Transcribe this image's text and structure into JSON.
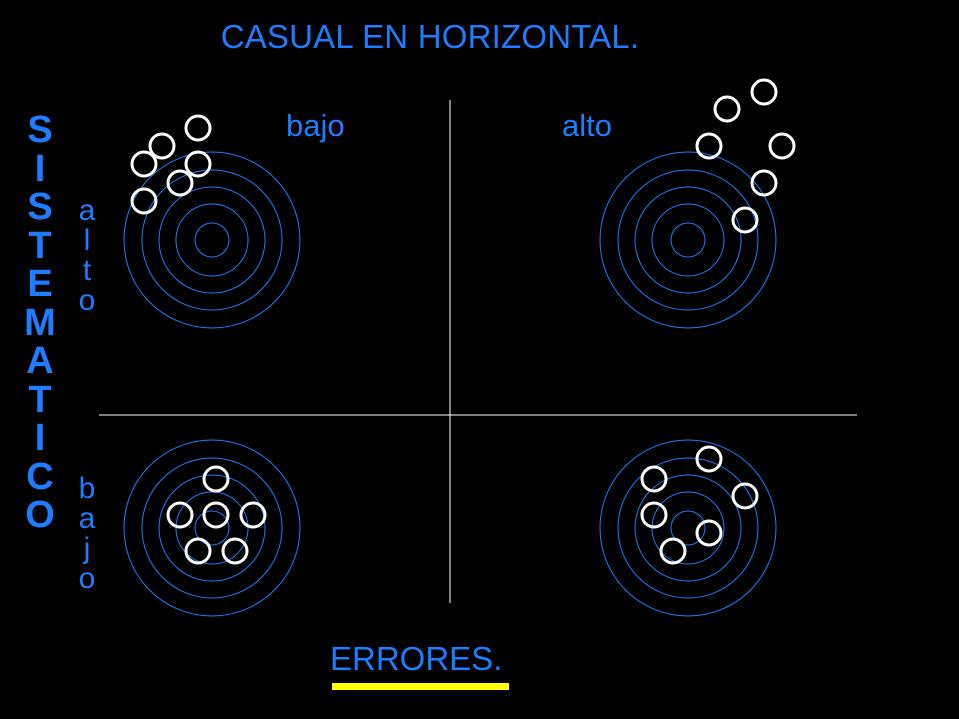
{
  "title": "CASUAL EN HORIZONTAL.",
  "columns": {
    "low": "bajo",
    "high": "alto"
  },
  "side_label": [
    "S",
    "I",
    "S",
    "T",
    "E",
    "M",
    "A",
    "T",
    "I",
    "C",
    "O"
  ],
  "rows": {
    "high": [
      "a",
      "l",
      "t",
      "o"
    ],
    "low": [
      "b",
      "a",
      "j",
      "o"
    ]
  },
  "footer": "ERRORES.",
  "colors": {
    "text": "#1e7cff",
    "rings": "#1e7cff",
    "axes": "#ffffff",
    "shots": "#ffffff",
    "underline": "#ffff00"
  }
}
